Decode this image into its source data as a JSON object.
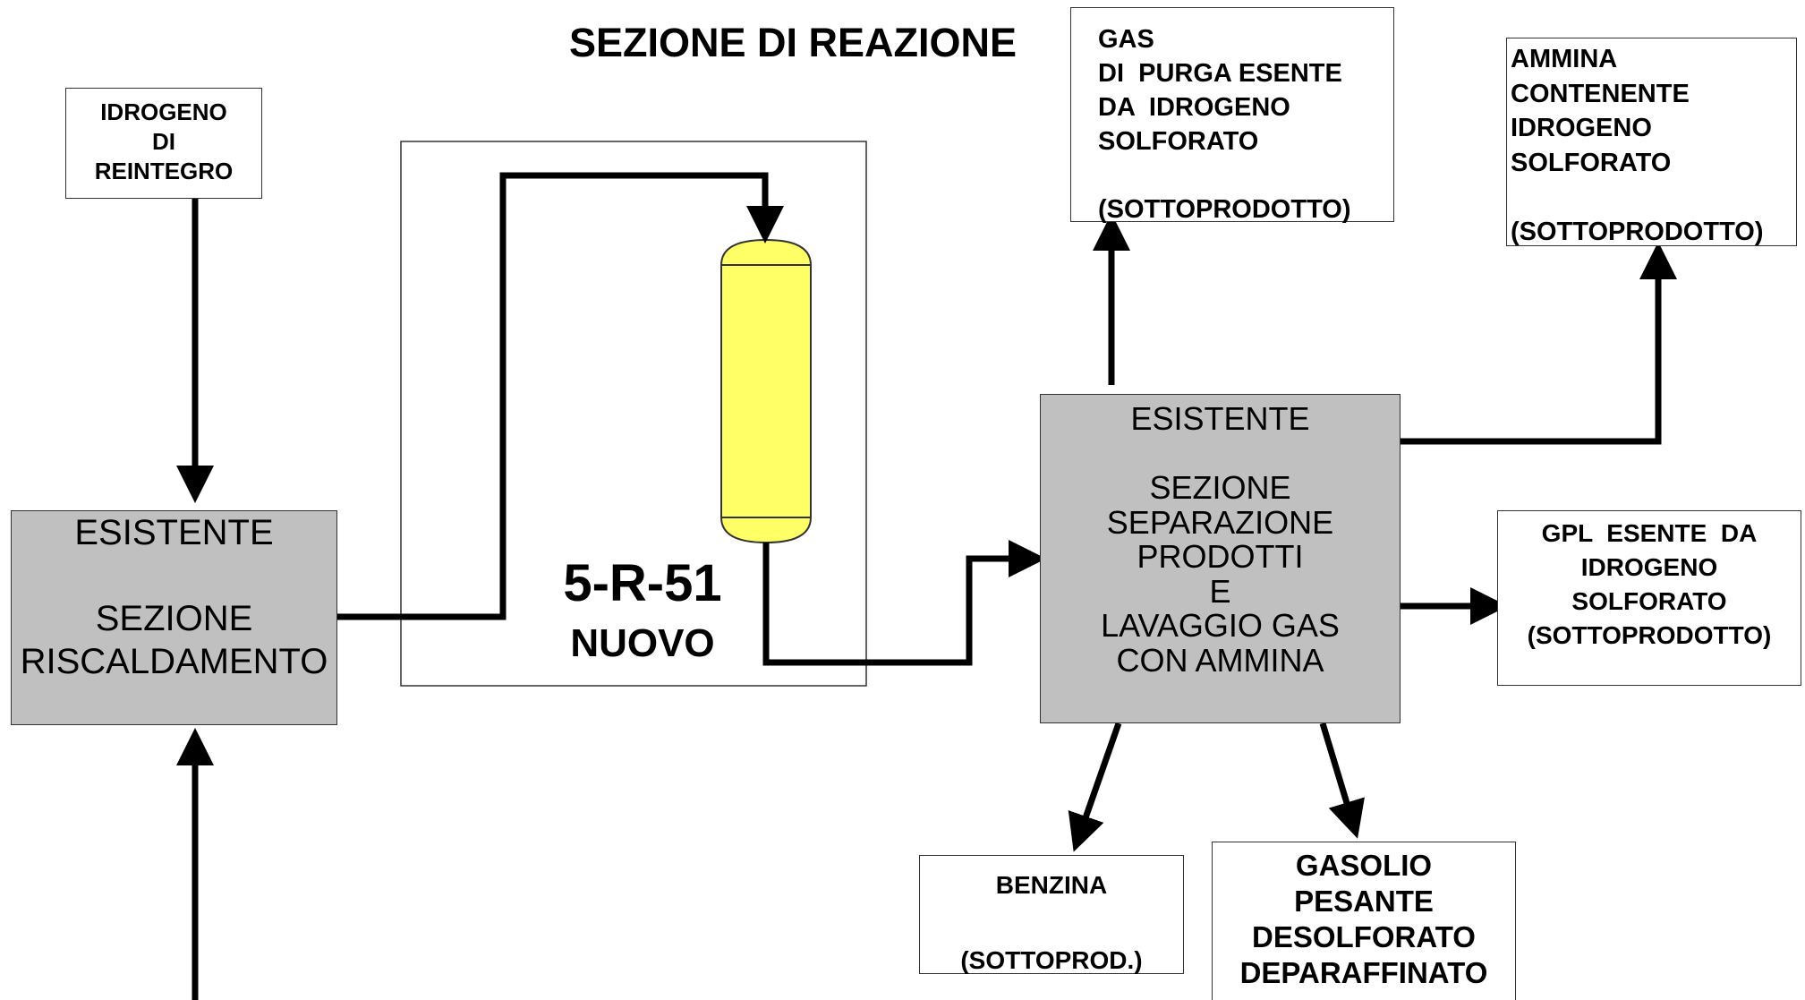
{
  "title": "SEZIONE DI REAZIONE",
  "reactor": {
    "tag": "5-R-51",
    "status": "NUOVO",
    "color": "#ffff66"
  },
  "idrogeno_reintegro": {
    "lines": [
      "IDROGENO",
      "DI",
      "REINTEGRO"
    ]
  },
  "riscaldamento": {
    "lines": [
      "ESISTENTE",
      "",
      "SEZIONE",
      "RISCALDAMENTO"
    ]
  },
  "separazione": {
    "lines": [
      "ESISTENTE",
      "",
      "SEZIONE",
      "SEPARAZIONE",
      "PRODOTTI",
      "E",
      "LAVAGGIO GAS",
      "CON AMMINA"
    ]
  },
  "gas_purga": {
    "lines": [
      "GAS",
      "DI  PURGA ESENTE",
      "DA  IDROGENO",
      "SOLFORATO",
      "",
      "(SOTTOPRODOTTO)"
    ]
  },
  "ammina": {
    "lines": [
      "AMMINA",
      "CONTENENTE",
      "IDROGENO",
      "SOLFORATO",
      "",
      "(SOTTOPRODOTTO)"
    ]
  },
  "gpl": {
    "lines": [
      "GPL  ESENTE  DA",
      "IDROGENO",
      "SOLFORATO",
      "(SOTTOPRODOTTO)"
    ]
  },
  "benzina": {
    "lines": [
      "BENZINA",
      "",
      "(SOTTOPROD.)"
    ]
  },
  "gasolio": {
    "lines": [
      "GASOLIO",
      "PESANTE",
      "DESOLFORATO",
      "DEPARAFFINATO"
    ]
  },
  "colors": {
    "block_fill": "#c0c0c0",
    "line": "#000000"
  }
}
